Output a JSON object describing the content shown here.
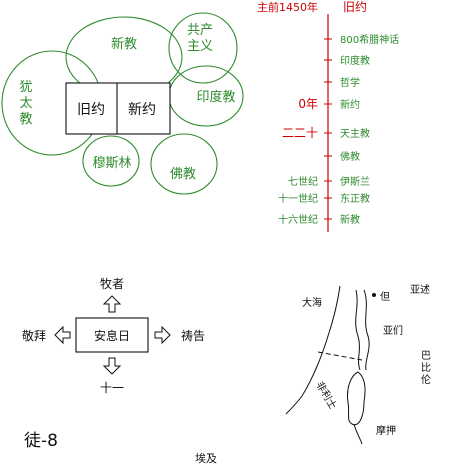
{
  "religions": {
    "new_teaching": "新教",
    "communism": "共产\n主义",
    "judaism": "犹\n太\n教",
    "hinduism": "印度教",
    "old_testament": "旧约",
    "new_testament": "新约",
    "islam": "穆斯林",
    "buddhism": "佛教"
  },
  "timeline": {
    "start_label": "主前1450年",
    "start_book": "旧约",
    "zero_label": "0年",
    "twenty_label": "二二十",
    "rows": [
      {
        "left": "",
        "right": "800希腊神话",
        "red": false
      },
      {
        "left": "",
        "right": "印度教",
        "red": false
      },
      {
        "left": "",
        "right": "哲学",
        "red": false
      },
      {
        "left": "0年",
        "right": "新约",
        "red": true
      },
      {
        "left": "二二十",
        "right": "天主教",
        "red": false
      },
      {
        "left": "",
        "right": "佛教",
        "red": false
      },
      {
        "left": "七世纪",
        "right": "伊斯兰",
        "red": false
      },
      {
        "left": "十一世纪",
        "right": "东正教",
        "red": false
      },
      {
        "left": "十六世纪",
        "right": "新教",
        "red": false
      }
    ]
  },
  "arrows": {
    "center": "安息日",
    "up": "牧者",
    "left": "敬拜",
    "right": "祷告",
    "down": "十一"
  },
  "bottom_label": "徒-8",
  "egypt_label": "埃及",
  "map": {
    "sea": "大海",
    "dan": "但",
    "asia": "亚述",
    "yamen": "亚们",
    "babylon": "巴比伦",
    "philistine": "非利士",
    "moab": "摩押"
  },
  "colors": {
    "green": "#2e8b2e",
    "red": "#cc0000",
    "black": "#111111"
  }
}
